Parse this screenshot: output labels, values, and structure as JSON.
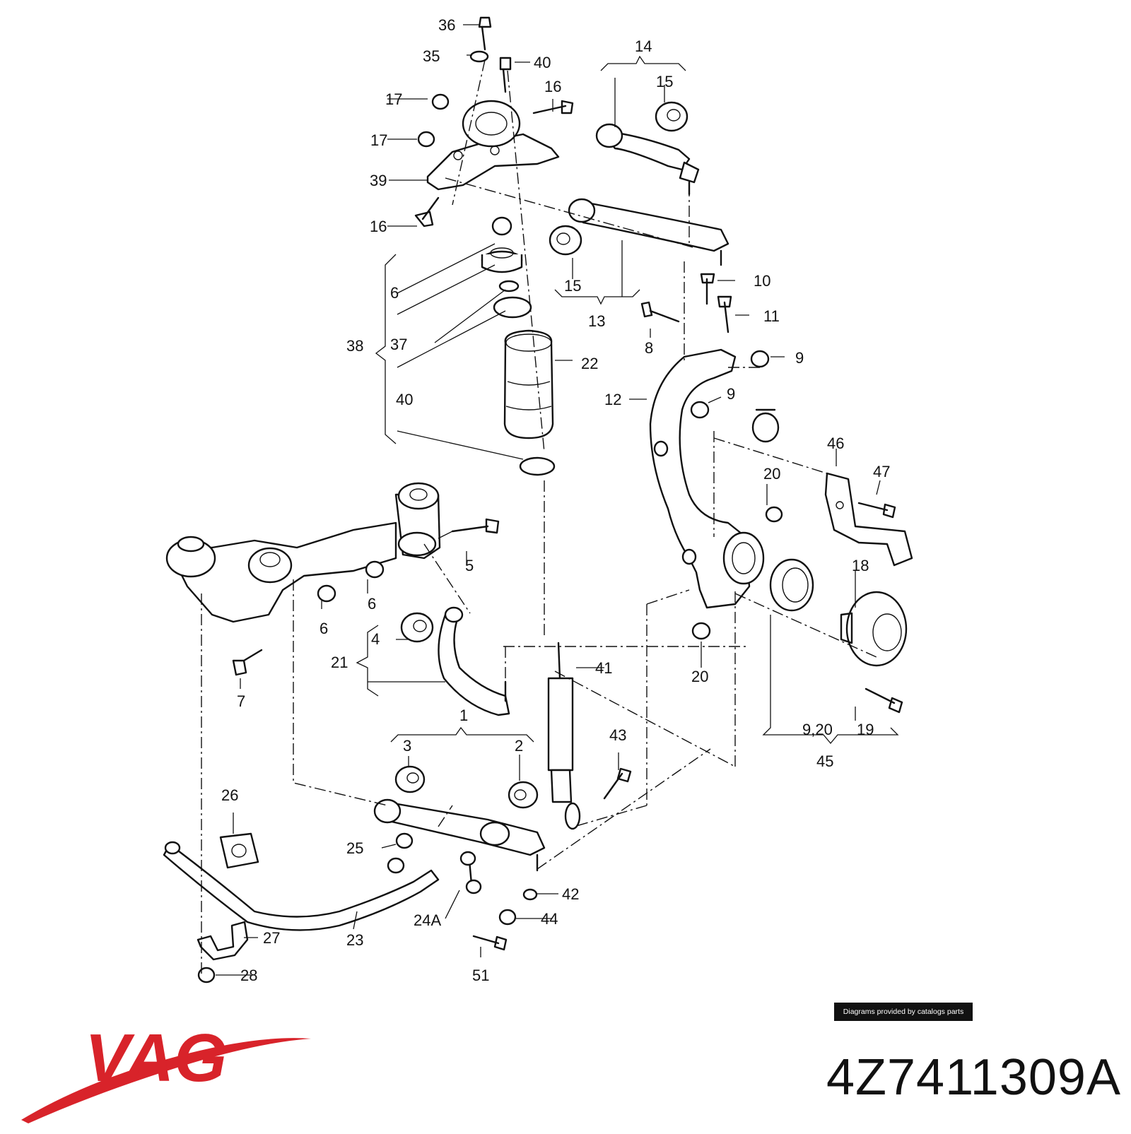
{
  "diagram": {
    "callouts": [
      "36",
      "35",
      "40",
      "16",
      "17",
      "17",
      "14",
      "15",
      "39",
      "16",
      "15",
      "13",
      "10",
      "11",
      "8",
      "9",
      "9",
      "12",
      "6",
      "37",
      "38",
      "22",
      "40",
      "5",
      "6",
      "6",
      "46",
      "47",
      "20",
      "18",
      "4",
      "21",
      "7",
      "41",
      "20",
      "19",
      "1",
      "3",
      "2",
      "43",
      "9,20",
      "45",
      "26",
      "25",
      "42",
      "24A",
      "44",
      "23",
      "27",
      "28",
      "51"
    ]
  },
  "credit": "Diagrams provided by catalogs parts",
  "brand": {
    "name": "VAG",
    "color": "#d8232a"
  },
  "part_number": "4Z7411309A"
}
